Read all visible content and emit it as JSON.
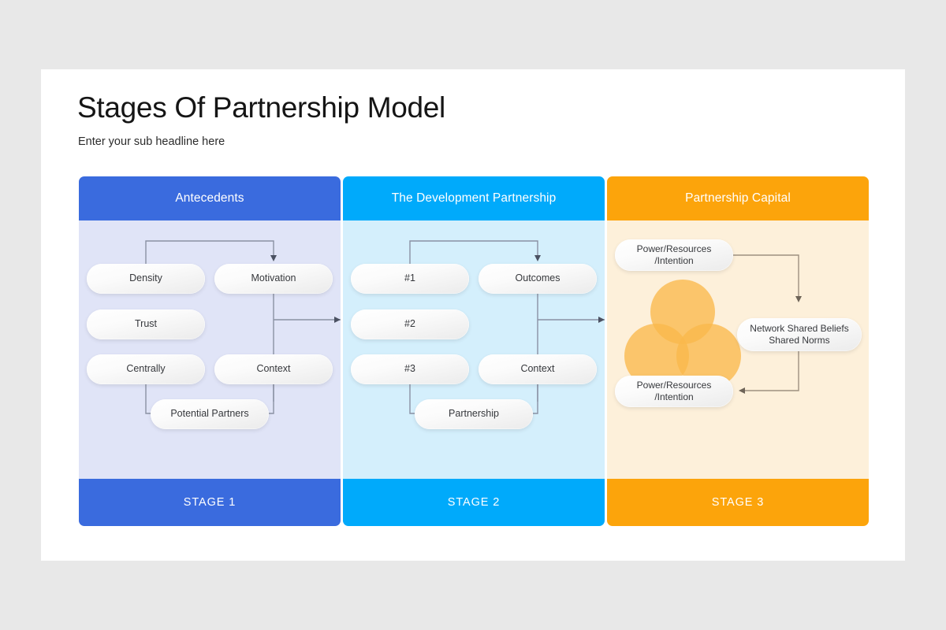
{
  "header": {
    "title": "Stages Of Partnership Model",
    "subtitle": "Enter your sub headline here"
  },
  "colors": {
    "stage1": "#3a6bde",
    "stage2": "#00aafb",
    "stage3": "#fca40b",
    "stage1_body": "#e0e4f7",
    "stage2_body": "#d4effc",
    "stage3_body": "#fdf0da",
    "venn_circle": "#fab94b",
    "connector_cool": "#8a91a3",
    "connector_warm": "#9d9080",
    "page_background": "#e8e8e8",
    "slide_background": "#ffffff"
  },
  "columns": [
    {
      "header": "Antecedents",
      "footer": "STAGE 1",
      "nodes": [
        {
          "label": "Density"
        },
        {
          "label": "Motivation"
        },
        {
          "label": "Trust"
        },
        {
          "label": "Centrally"
        },
        {
          "label": "Context"
        },
        {
          "label": "Potential Partners"
        }
      ]
    },
    {
      "header": "The Development Partnership",
      "footer": "STAGE 2",
      "nodes": [
        {
          "label": "#1"
        },
        {
          "label": "Outcomes"
        },
        {
          "label": "#2"
        },
        {
          "label": "#3"
        },
        {
          "label": "Context"
        },
        {
          "label": "Partnership"
        }
      ]
    },
    {
      "header": "Partnership Capital",
      "footer": "STAGE 3",
      "nodes": [
        {
          "label": "Power/Resources\n/Intention"
        },
        {
          "label": "Network Shared Beliefs\nShared Norms"
        },
        {
          "label": "Power/Resources\n/Intention"
        }
      ],
      "venn": {
        "circles": 3
      }
    }
  ]
}
